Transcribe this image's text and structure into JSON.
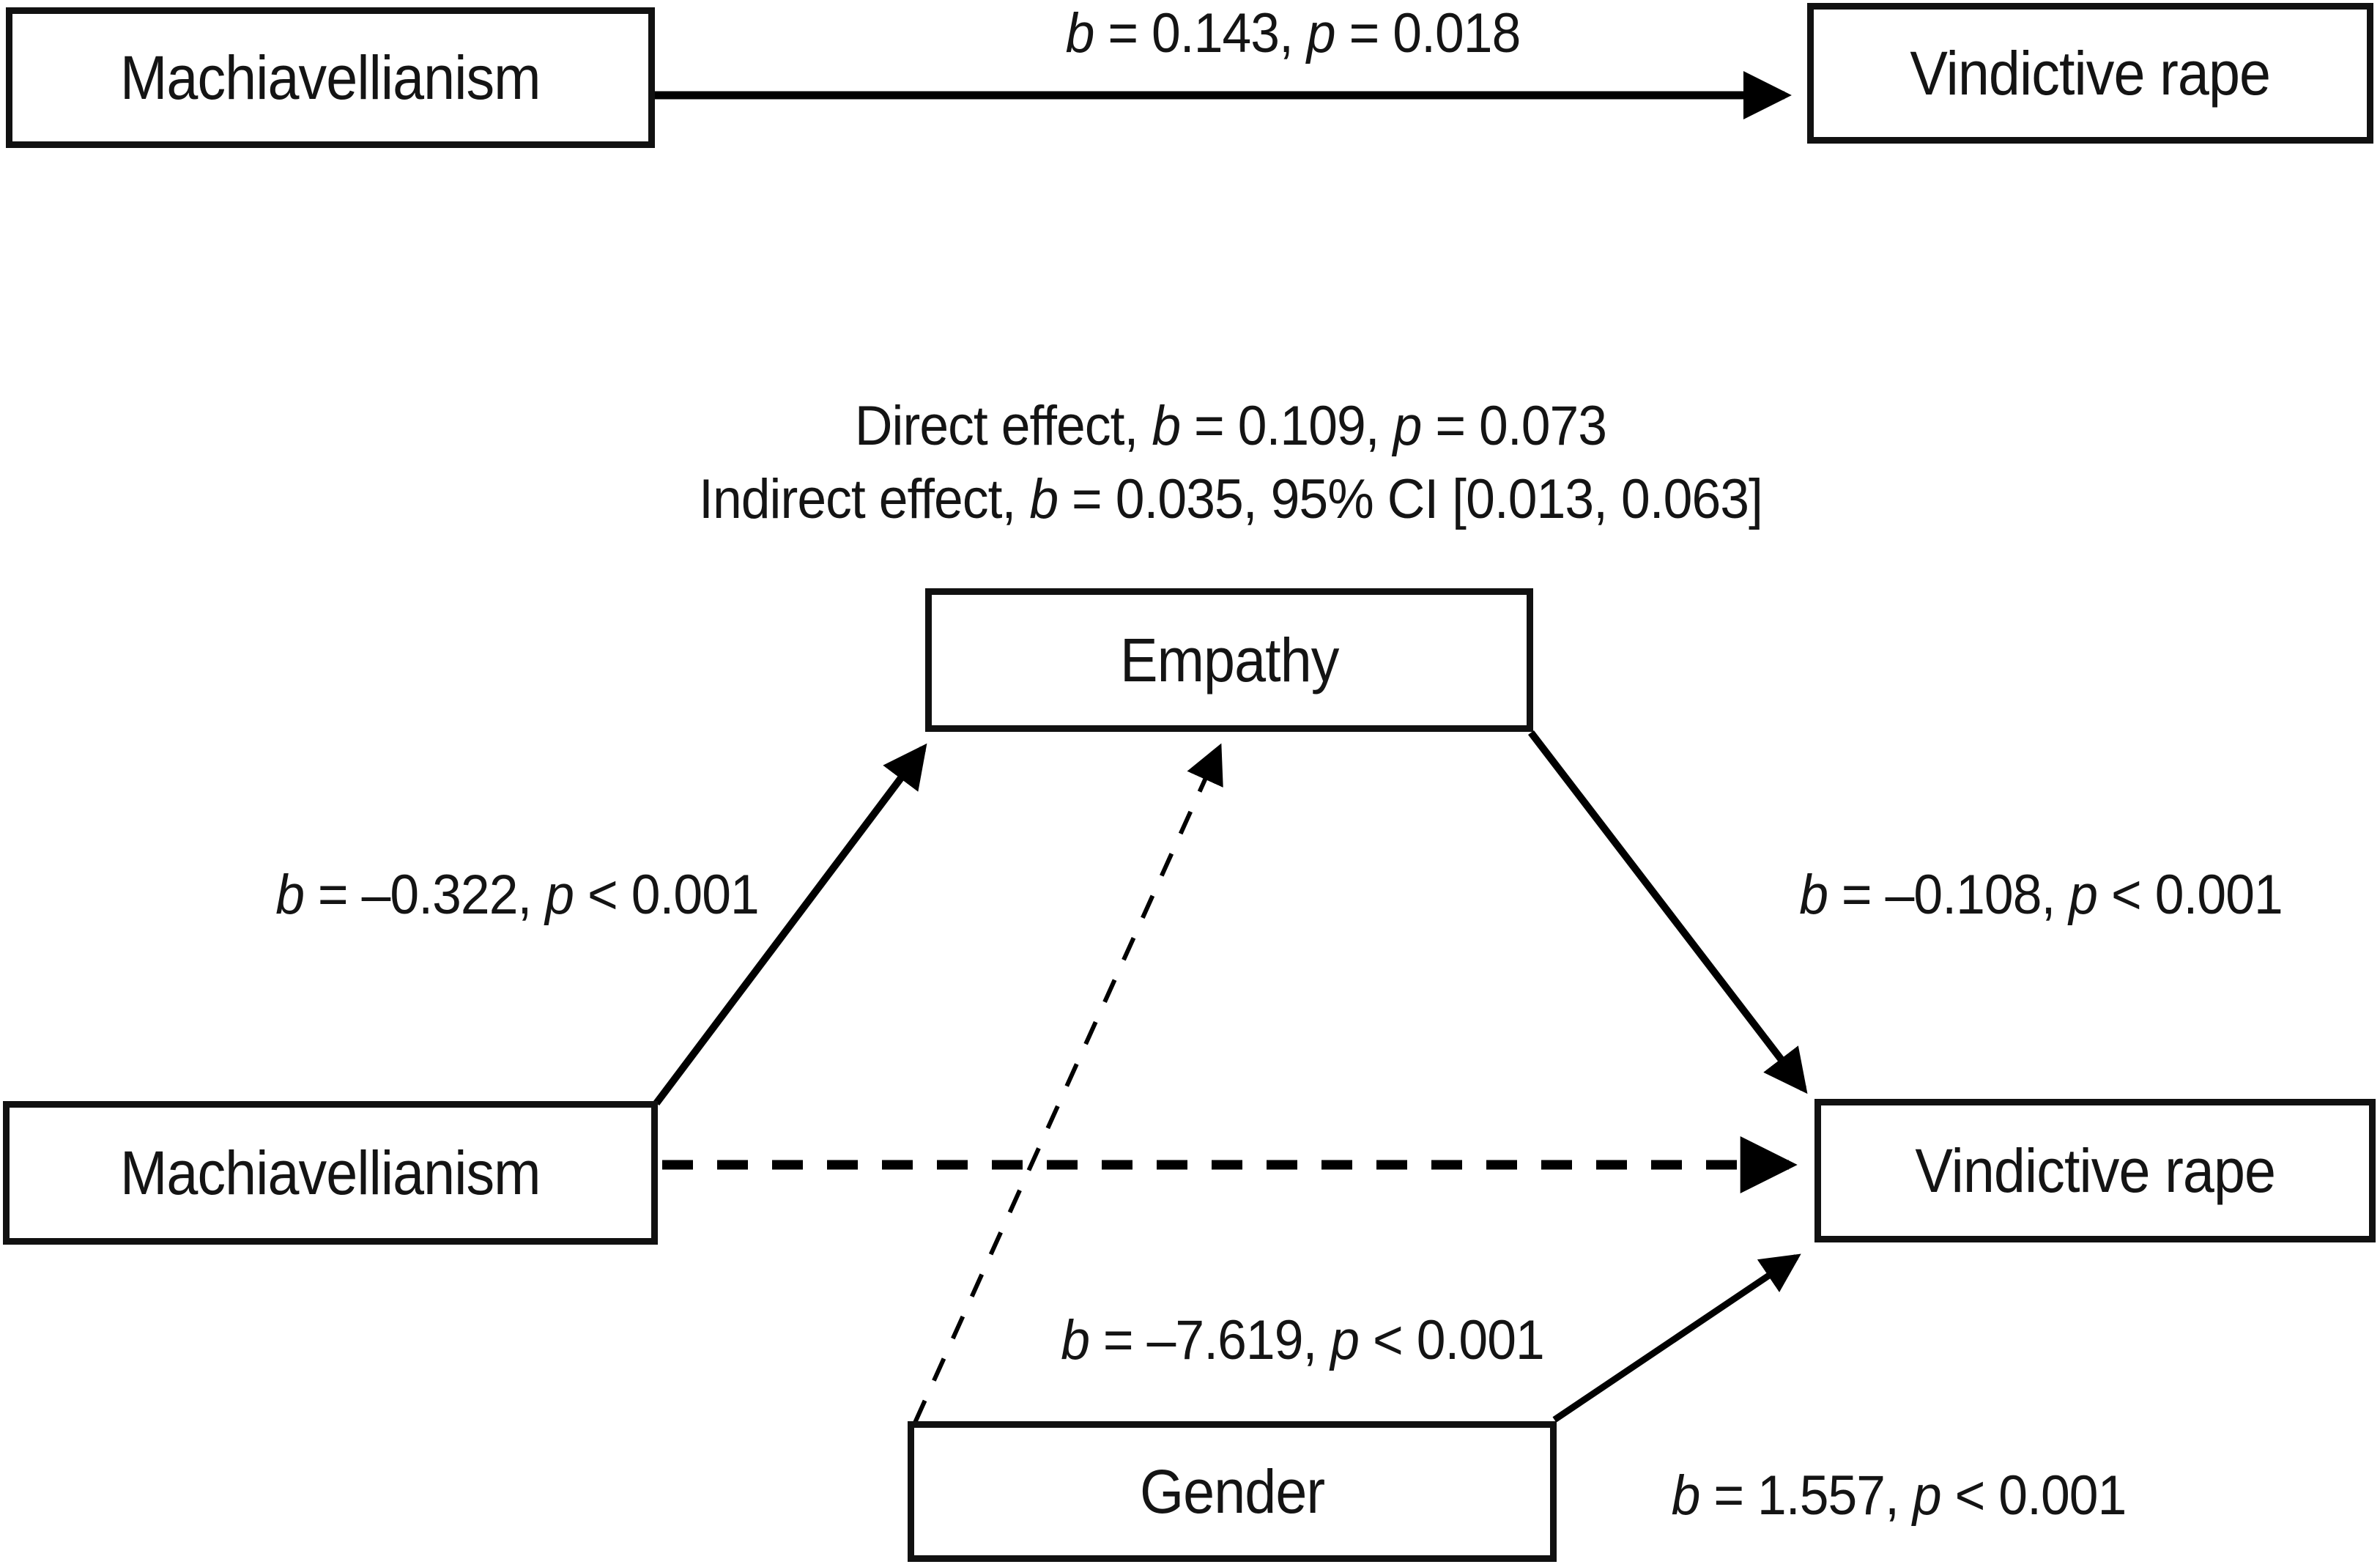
{
  "figure": {
    "background_color": "#ffffff",
    "line_color": "#000000",
    "text_color": "#141414"
  },
  "top_model": {
    "predictor_box": "Machiavellianism",
    "outcome_box": "Vindictive rape",
    "path_label": {
      "var1": "b",
      "seg1": " = 0.143, ",
      "var2": "p",
      "seg2": " = 0.018"
    }
  },
  "mediation_model": {
    "summary": {
      "line1": {
        "pre": "Direct effect, ",
        "var1": "b",
        "seg1": " = 0.109, ",
        "var2": "p",
        "seg2": " = 0.073"
      },
      "line2": {
        "pre": "Indirect effect, ",
        "var1": "b",
        "seg1": " = 0.035, 95% CI [0.013, 0.063]"
      }
    },
    "mediator_box": "Empathy",
    "predictor_box": "Machiavellianism",
    "outcome_box": "Vindictive rape",
    "covariate_box": "Gender",
    "path_labels": {
      "predictor_to_mediator": {
        "var1": "b",
        "seg1": " = –0.322, ",
        "var2": "p",
        "seg2": " < 0.001"
      },
      "mediator_to_outcome": {
        "var1": "b",
        "seg1": " = –0.108, ",
        "var2": "p",
        "seg2": " < 0.001"
      },
      "covariate_to_mediator": {
        "var1": "b",
        "seg1": " = –7.619, ",
        "var2": "p",
        "seg2": " < 0.001"
      },
      "covariate_to_outcome": {
        "var1": "b",
        "seg1": " = 1.557, ",
        "var2": "p",
        "seg2": " < 0.001"
      }
    }
  }
}
